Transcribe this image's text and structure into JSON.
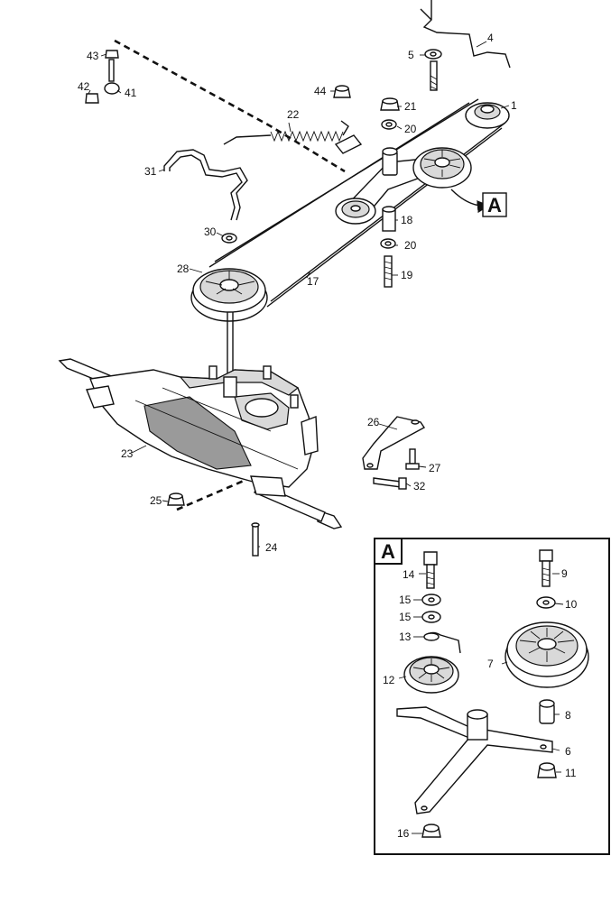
{
  "diagram": {
    "callouts": [
      {
        "id": "c1",
        "text": "1"
      },
      {
        "id": "c4",
        "text": "4"
      },
      {
        "id": "c5",
        "text": "5"
      },
      {
        "id": "c17",
        "text": "17"
      },
      {
        "id": "c18",
        "text": "18"
      },
      {
        "id": "c19",
        "text": "19"
      },
      {
        "id": "c20a",
        "text": "20"
      },
      {
        "id": "c20b",
        "text": "20"
      },
      {
        "id": "c21",
        "text": "21"
      },
      {
        "id": "c22",
        "text": "22"
      },
      {
        "id": "c23",
        "text": "23"
      },
      {
        "id": "c24",
        "text": "24"
      },
      {
        "id": "c25",
        "text": "25"
      },
      {
        "id": "c26",
        "text": "26"
      },
      {
        "id": "c27",
        "text": "27"
      },
      {
        "id": "c28",
        "text": "28"
      },
      {
        "id": "c30",
        "text": "30"
      },
      {
        "id": "c31",
        "text": "31"
      },
      {
        "id": "c32",
        "text": "32"
      },
      {
        "id": "c41",
        "text": "41"
      },
      {
        "id": "c42",
        "text": "42"
      },
      {
        "id": "c43",
        "text": "43"
      },
      {
        "id": "c44",
        "text": "44"
      }
    ],
    "detail_ref_label": "A",
    "inset": {
      "label": "A",
      "callouts": [
        {
          "id": "i14",
          "text": "14"
        },
        {
          "id": "i15a",
          "text": "15"
        },
        {
          "id": "i15b",
          "text": "15"
        },
        {
          "id": "i13",
          "text": "13"
        },
        {
          "id": "i12",
          "text": "12"
        },
        {
          "id": "i16",
          "text": "16"
        },
        {
          "id": "i9",
          "text": "9"
        },
        {
          "id": "i10",
          "text": "10"
        },
        {
          "id": "i7",
          "text": "7"
        },
        {
          "id": "i8",
          "text": "8"
        },
        {
          "id": "i6",
          "text": "6"
        },
        {
          "id": "i11",
          "text": "11"
        }
      ]
    }
  }
}
